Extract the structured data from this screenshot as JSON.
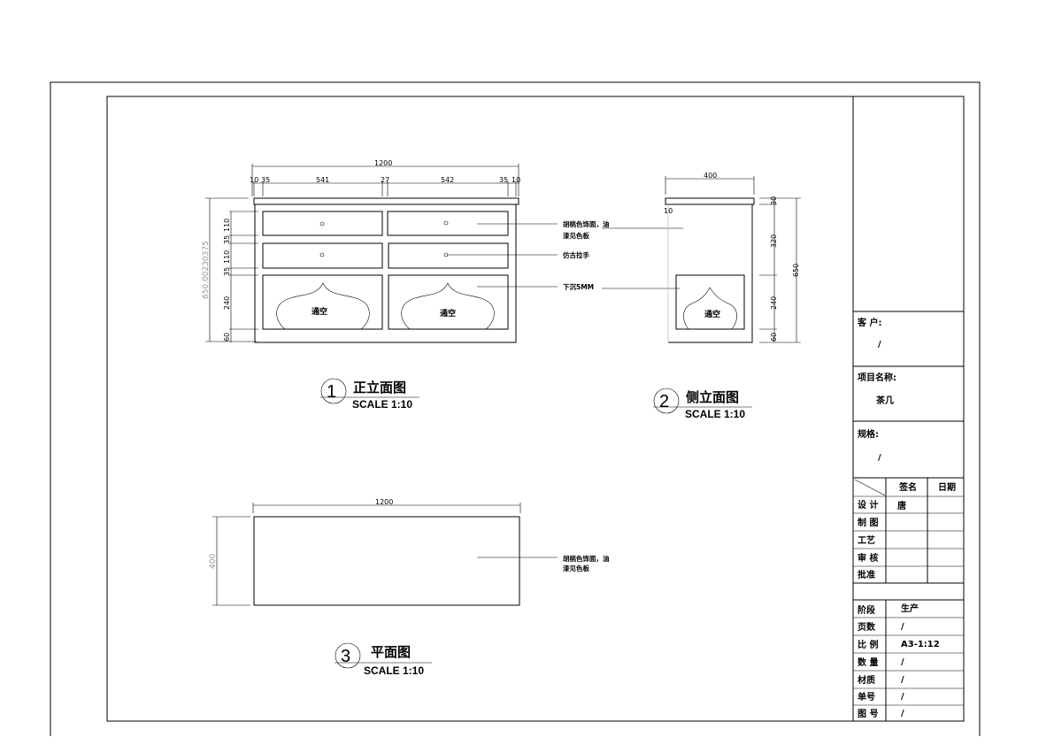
{
  "front_view": {
    "number": "1",
    "title": "正立面图",
    "scale": "SCALE 1:10",
    "dims_top": {
      "overall": "1200",
      "parts": [
        "10",
        "35",
        "541",
        "27",
        "542",
        "35",
        "10"
      ]
    },
    "dims_left": {
      "overall": "650.00230375",
      "parts": [
        "110",
        "35",
        "110",
        "35",
        "240",
        "60"
      ]
    },
    "open_label_left": "通空",
    "open_label_right": "通空",
    "notes": {
      "finish_line1": "胡桃色饰面，油",
      "finish_line2": "漆见色板",
      "handle": "仿古拉手",
      "recess": "下沉5MM"
    }
  },
  "side_view": {
    "number": "2",
    "title": "侧立面图",
    "scale": "SCALE 1:10",
    "dim_top": "400",
    "dim_small": "10",
    "dims_right": [
      "30",
      "320",
      "240",
      "60"
    ],
    "dim_overall": "650",
    "open_label": "通空"
  },
  "plan_view": {
    "number": "3",
    "title": "平面图",
    "scale": "SCALE 1:10",
    "dim_width": "1200",
    "dim_depth": "400",
    "note_line1": "胡桃色饰面，油",
    "note_line2": "漆见色板"
  },
  "title_block": {
    "client_label": "客 户:",
    "client_value": "/",
    "project_label": "项目名称:",
    "project_value": "茶几",
    "spec_label": "规格:",
    "spec_value": "/",
    "sign_header": "签名",
    "date_header": "日期",
    "roles": [
      {
        "label": "设 计",
        "sign": "唐"
      },
      {
        "label": "制 图",
        "sign": ""
      },
      {
        "label": "工艺",
        "sign": ""
      },
      {
        "label": "审 核",
        "sign": ""
      },
      {
        "label": "批准",
        "sign": ""
      }
    ],
    "info": [
      {
        "label": "阶段",
        "value": "生产"
      },
      {
        "label": "页数",
        "value": "/"
      },
      {
        "label": "比 例",
        "value": "A3-1:12"
      },
      {
        "label": "数 量",
        "value": "/"
      },
      {
        "label": "材质",
        "value": "/"
      },
      {
        "label": "单号",
        "value": "/"
      },
      {
        "label": "图 号",
        "value": "/"
      }
    ]
  }
}
